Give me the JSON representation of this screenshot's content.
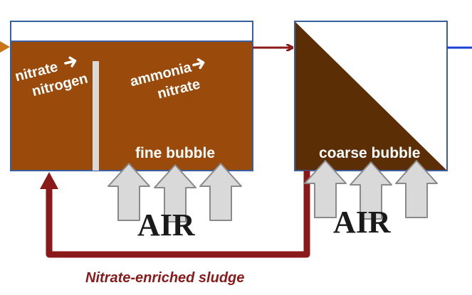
{
  "diagram": {
    "anoxic_zone": {
      "line1": "nitrate",
      "line2": "nitrogen"
    },
    "aerobic_zone": {
      "line1": "ammonia",
      "line2": "nitrate",
      "aeration": "fine bubble"
    },
    "second_tank": {
      "aeration": "coarse bubble"
    },
    "air_label_1": "AIR",
    "air_label_2": "AIR",
    "recycle_caption": "Nitrate-enriched sludge",
    "colors": {
      "sludge": "#9a4a0a",
      "sludge_dark": "#5c2e06",
      "tank_border": "#3a5fa0",
      "recycle_arrow": "#8a1a1a",
      "outflow_line": "#1a3fd6",
      "inflow_arrow": "#c9731a",
      "air_arrow_fill": "#d9d9d9",
      "air_arrow_stroke": "#8a8a8a"
    }
  }
}
